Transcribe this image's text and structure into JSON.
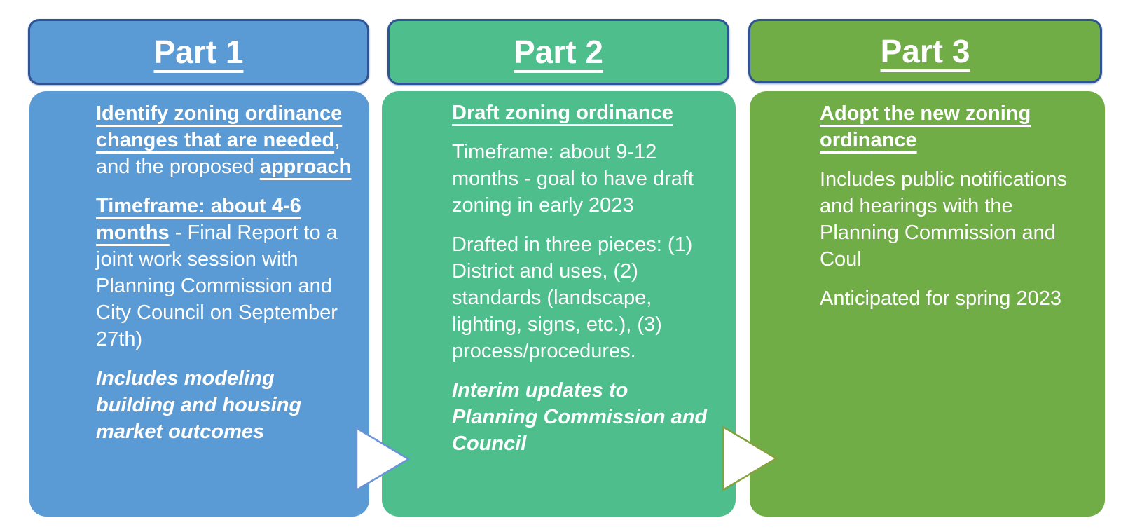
{
  "slide": {
    "background": "#ffffff",
    "text_color": "#ffffff",
    "header_border_color": "#2F5496"
  },
  "columns": [
    {
      "header": "Part 1",
      "colors": {
        "header_bg": "#5B9BD5",
        "body_bg": "#5B9BD5"
      },
      "paragraphs": [
        {
          "segments": [
            {
              "t": "Identify zoning ordinance changes that are needed",
              "b": true,
              "u": true
            },
            {
              "t": ", and the proposed "
            },
            {
              "t": "approach",
              "b": true,
              "u": true
            }
          ]
        },
        {
          "segments": [
            {
              "t": "Timeframe: about 4-6 months",
              "b": true,
              "u": true
            },
            {
              "t": " - Final Report to a joint work session with Planning Commission and City Council on September 27th)"
            }
          ]
        },
        {
          "segments": [
            {
              "t": "Includes modeling building and housing market outcomes",
              "b": true,
              "i": true
            }
          ]
        }
      ]
    },
    {
      "header": "Part 2",
      "colors": {
        "header_bg": "#4DBE8C",
        "body_bg": "#4DBE8C"
      },
      "paragraphs": [
        {
          "segments": [
            {
              "t": "Draft zoning ordinance",
              "b": true,
              "u": true
            }
          ]
        },
        {
          "segments": [
            {
              "t": "Timeframe: about 9-12 months - goal to have draft zoning in early 2023"
            }
          ]
        },
        {
          "segments": [
            {
              "t": "Drafted in three pieces: (1) District and uses, (2) standards (landscape, lighting, signs, etc.), (3) process/procedures."
            }
          ]
        },
        {
          "segments": [
            {
              "t": "Interim updates to Planning Commission and Council",
              "b": true,
              "i": true
            }
          ]
        }
      ]
    },
    {
      "header": "Part 3",
      "colors": {
        "header_bg": "#70AD47",
        "body_bg": "#70AD47"
      },
      "paragraphs": [
        {
          "segments": [
            {
              "t": "Adopt the new zoning ordinance",
              "b": true,
              "u": true
            }
          ]
        },
        {
          "segments": [
            {
              "t": "Includes public notifications and hearings with the Planning Commission and Coul"
            }
          ]
        },
        {
          "segments": [
            {
              "t": "Anticipated for spring 2023"
            }
          ]
        }
      ]
    }
  ],
  "arrows": [
    {
      "name": "flow-arrow-1",
      "fill": "#ffffff",
      "stroke": "#6A93D8"
    },
    {
      "name": "flow-arrow-2",
      "fill": "#ffffff",
      "stroke": "#85A13E"
    }
  ]
}
